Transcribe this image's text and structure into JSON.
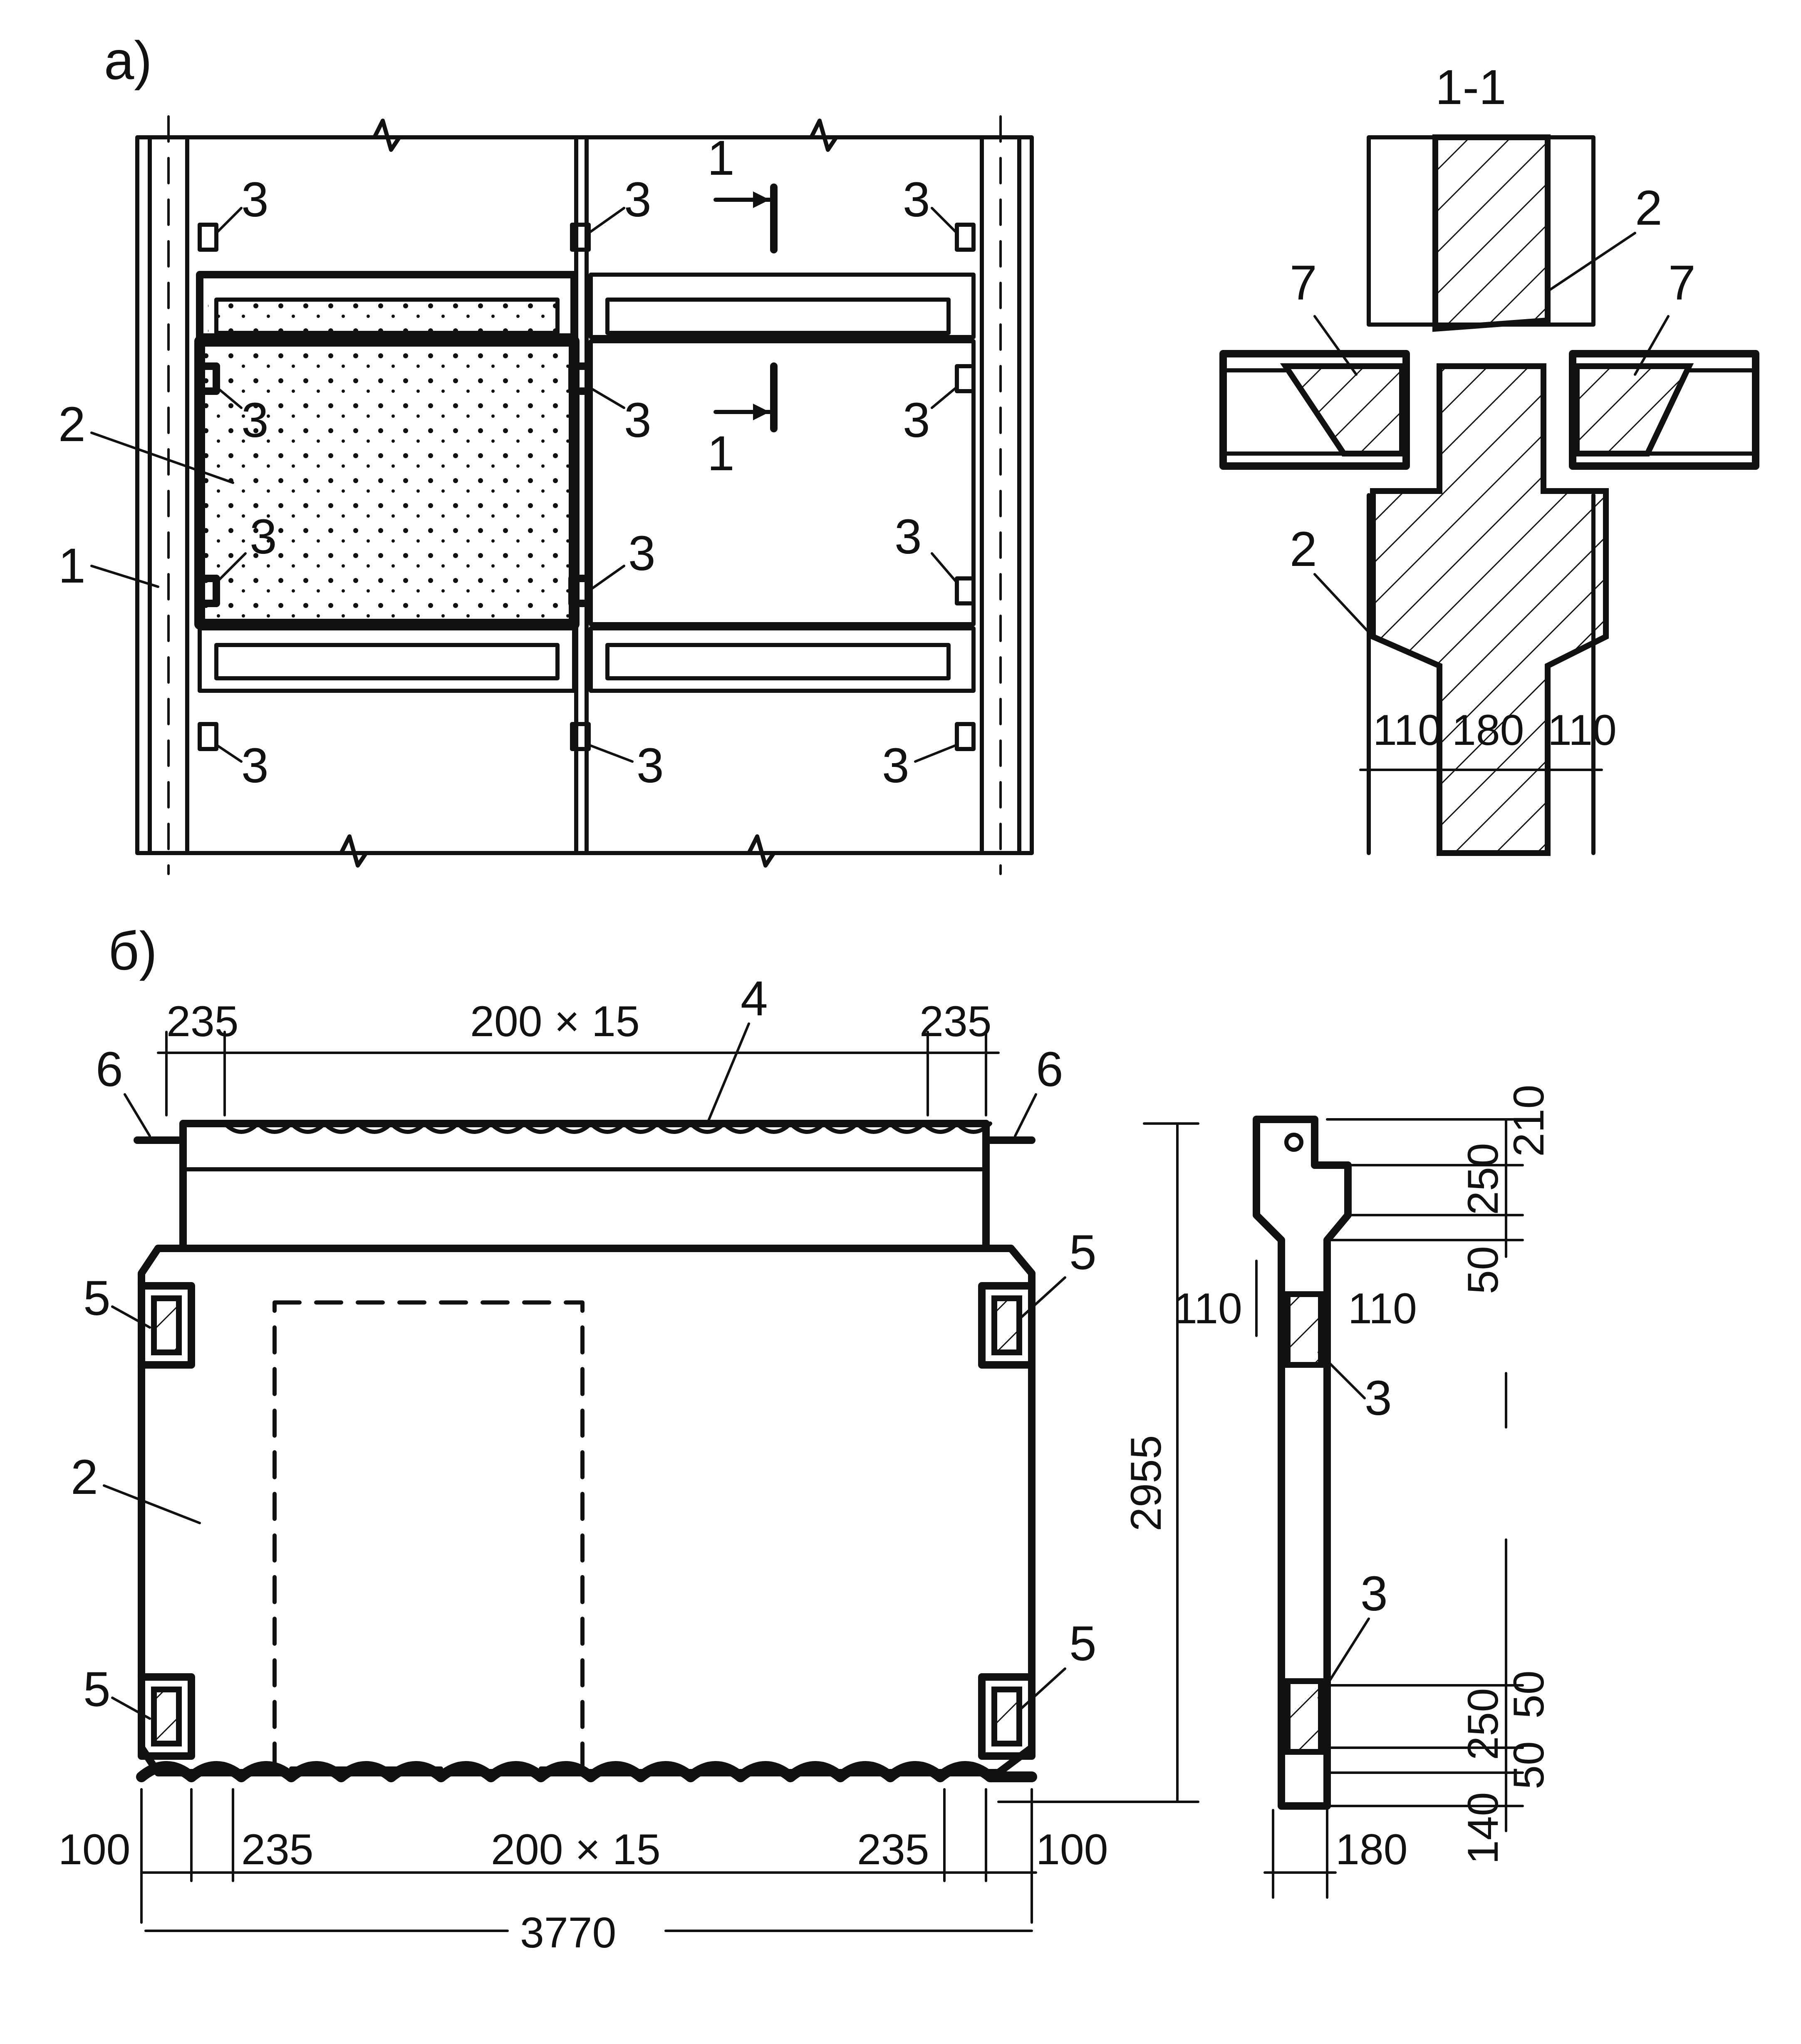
{
  "figure": {
    "part_a_label": "а)",
    "part_b_label": "б)",
    "section_title": "1-1",
    "section_mark": "1"
  },
  "callouts": {
    "column": "1",
    "panel": "2",
    "bracket": "3",
    "groove": "4",
    "recess": "5",
    "loop": "6",
    "grout": "7"
  },
  "dimensions": {
    "top_left_235": "235",
    "top_middle": "200 × 15",
    "top_right_235": "235",
    "height_total": "2955",
    "bottom_left_100": "100",
    "bottom_left_235": "235",
    "bottom_middle": "200 × 15",
    "bottom_right_235": "235",
    "bottom_right_100": "100",
    "overall_width": "3770",
    "side_210": "210",
    "side_250_top": "250",
    "side_50_top": "50",
    "side_110_left": "110",
    "side_110_right": "110",
    "side_50_a": "50",
    "side_250_bottom": "250",
    "side_50_b": "50",
    "side_140": "140",
    "side_180": "180",
    "sec_110_left": "110",
    "sec_180": "180",
    "sec_110_right": "110"
  }
}
